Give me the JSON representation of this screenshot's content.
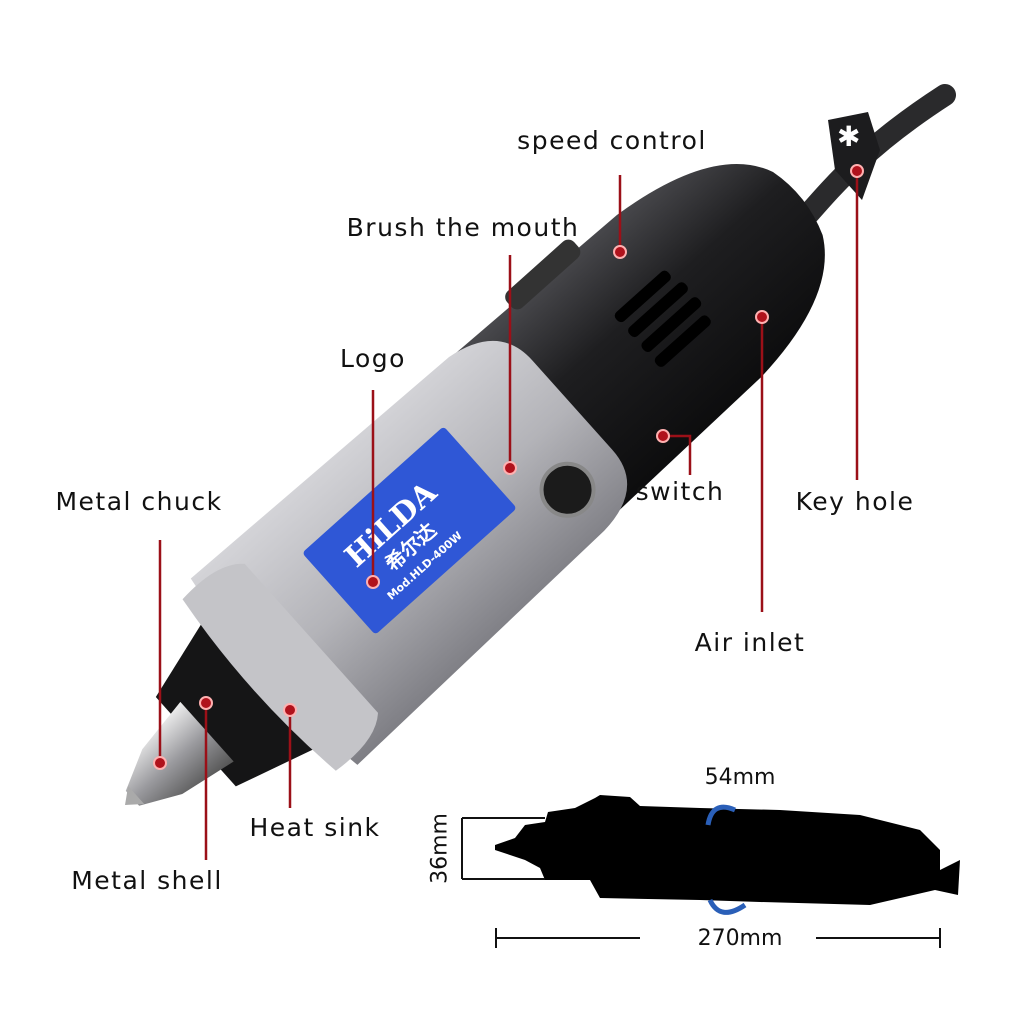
{
  "labels": {
    "speed_control": "speed control",
    "brush_the_mouth": "Brush the mouth",
    "logo": "Logo",
    "metal_chuck": "Metal chuck",
    "metal_shell": "Metal shell",
    "heat_sink": "Heat sink",
    "switch": "switch",
    "air_inlet": "Air inlet",
    "key_hole": "Key hole"
  },
  "brand_plate": {
    "brand": "HiLDA",
    "chinese": "希尔达",
    "model": "Mod.HLD-400W"
  },
  "dimensions": {
    "diameter": "54mm",
    "height": "36mm",
    "length": "270mm"
  },
  "colors": {
    "marker": "#b0121c",
    "plate": "#2f57d6",
    "body_grey": "#a9a9ad",
    "body_black": "#1c1c1e",
    "arrow": "#2a5fb8"
  }
}
